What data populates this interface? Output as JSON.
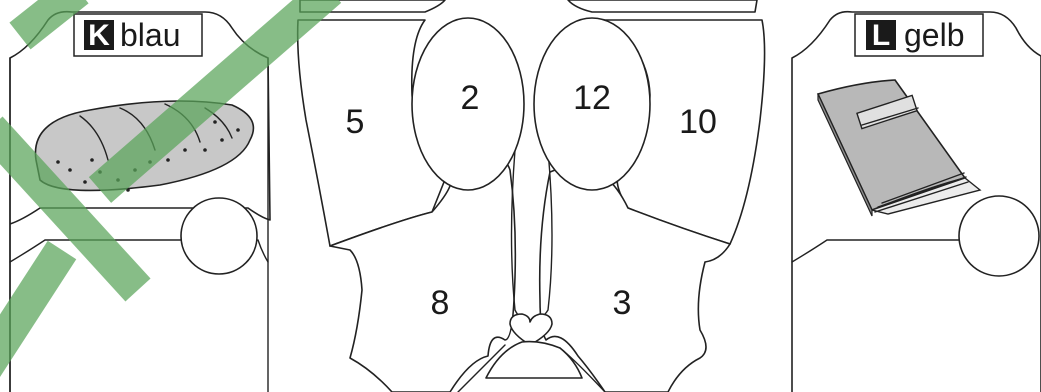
{
  "left_panel": {
    "key": "K",
    "color_word": "blau",
    "picture": "bread-loaf"
  },
  "right_panel": {
    "key": "L",
    "color_word": "gelb",
    "picture": "book"
  },
  "regions": {
    "upper_left": "5",
    "left_oval": "2",
    "right_oval": "12",
    "upper_right": "10",
    "lower_left": "8",
    "lower_right": "3"
  },
  "colors": {
    "ink": "#222222",
    "key_box": "#1a1a1a",
    "check_mark": "#5aa55a",
    "book_gray": "#b8b8b8",
    "bread_gray": "#c8c8c8"
  }
}
